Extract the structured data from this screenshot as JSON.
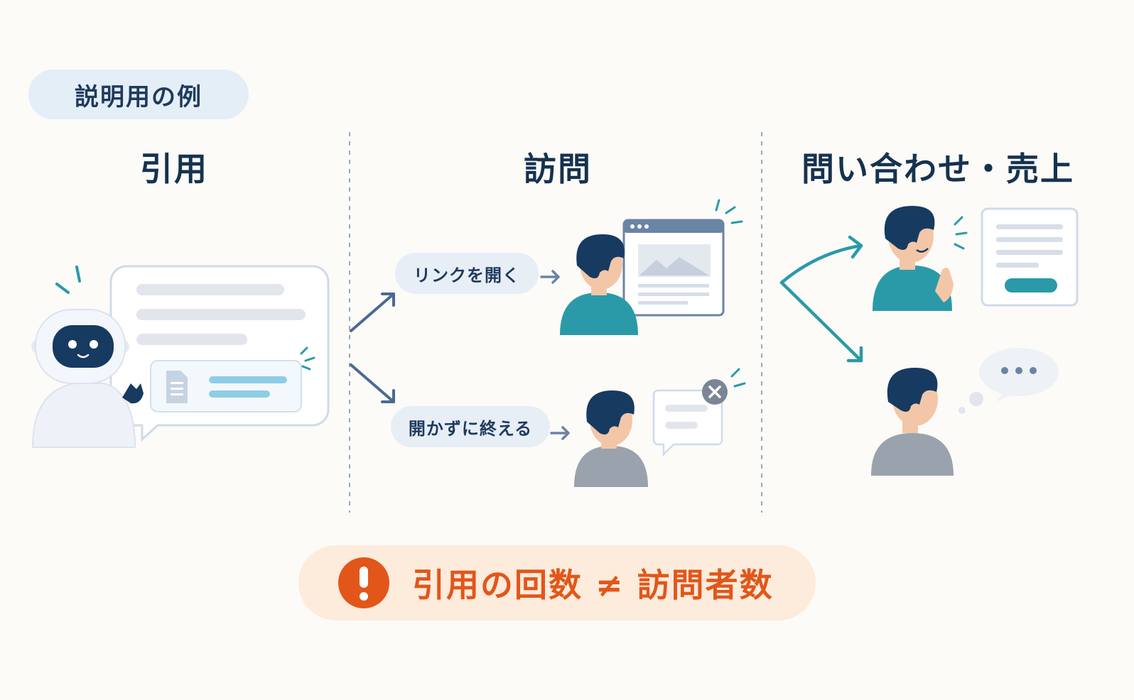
{
  "badge": {
    "label": "説明用の例"
  },
  "columns": [
    {
      "title": "引用"
    },
    {
      "title": "訪問"
    },
    {
      "title": "問い合わせ・売上"
    }
  ],
  "branches": [
    {
      "label": "リンクを開く"
    },
    {
      "label": "開かずに終える"
    }
  ],
  "callout": {
    "icon": "exclamation-icon",
    "text": "引用の回数 ≠ 訪問者数"
  },
  "colors": {
    "navy": "#16324f",
    "teal": "#2a9aa8",
    "orange": "#e2561a",
    "callout_bg": "#fdebdc",
    "pill_bg": "#e7eef6",
    "arrow": "#4a6a92"
  },
  "icons": [
    "robot-icon",
    "chat-bubble-icon",
    "document-icon",
    "person-icon",
    "browser-window-icon",
    "close-icon",
    "form-icon",
    "thought-bubble-icon",
    "arrow-icon"
  ]
}
